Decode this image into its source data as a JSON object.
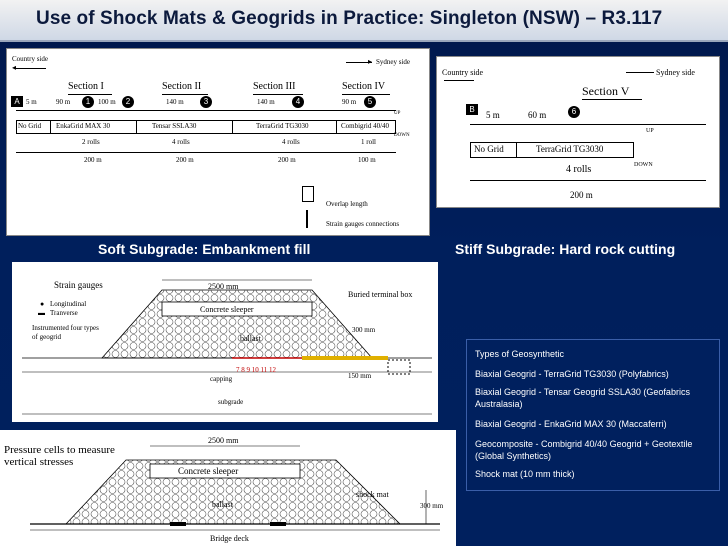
{
  "slide": {
    "title": "Use of Shock Mats & Geogrids in Practice: Singleton (NSW) – R3.117"
  },
  "captions": {
    "left": "Soft Subgrade: Embankment fill",
    "right": "Stiff Subgrade: Hard rock cutting"
  },
  "left_diagram": {
    "country_side": "Country side",
    "sydney_side": "Sydney side",
    "sections": [
      "Section I",
      "Section II",
      "Section III",
      "Section IV"
    ],
    "badge": "A",
    "markers": [
      "1",
      "2",
      "3",
      "4",
      "5"
    ],
    "lengths": [
      "5 m",
      "90 m",
      "100 m",
      "140 m",
      "140 m",
      "90 m"
    ],
    "materials": [
      "No Grid",
      "EnkaGrid MAX 30",
      "Tensar SSLA30",
      "TerraGrid TG3030",
      "Combigrid 40/40"
    ],
    "rolls": [
      "2 rolls",
      "4 rolls",
      "4 rolls",
      "1 roll"
    ],
    "spans": [
      "200 m",
      "200 m",
      "200 m",
      "100 m"
    ],
    "up": "UP",
    "down": "DOWN",
    "legend_overlap": "Overlap length",
    "legend_gauges": "Strain gauges connections"
  },
  "right_diagram": {
    "country_side": "Country side",
    "sydney_side": "Sydney side",
    "section": "Section V",
    "badge": "B",
    "marker": "6",
    "lengths": [
      "5 m",
      "60 m"
    ],
    "materials": [
      "No Grid",
      "TerraGrid TG3030"
    ],
    "rolls": "4 rolls",
    "span": "200 m",
    "up": "UP",
    "down": "DOWN"
  },
  "cross_section_1": {
    "width": "2500 mm",
    "strain_gauges": "Strain gauges",
    "longitudinal": "Longitudinal",
    "transverse": "Tranverse",
    "instrumented": "Instrumented four types of geogrid",
    "sleeper": "Concrete sleeper",
    "ballast": "ballast",
    "capping": "capping",
    "subgrade": "subgrade",
    "terminal_box": "Buried terminal box",
    "depth_300": "300 mm",
    "depth_150": "150 mm",
    "gauge_ids": "7 8    9 10   11 12"
  },
  "cross_section_2": {
    "width": "2500 mm",
    "pressure_cells": "Pressure cells to measure vertical stresses",
    "sleeper": "Concrete sleeper",
    "ballast": "ballast",
    "shock_mat": "shock mat",
    "depth_300": "300 mm",
    "bridge_deck": "Bridge deck"
  },
  "legend": {
    "title": "Types of Geosynthetic",
    "items": [
      "Biaxial Geogrid - TerraGrid TG3030 (Polyfabrics)",
      "Biaxial Geogrid - Tensar Geogrid SSLA30 (Geofabrics Australasia)",
      "Biaxial Geogrid - EnkaGrid MAX 30 (Maccaferri)",
      "Geocomposite - Combigrid 40/40 Geogrid + Geotextile (Global Synthetics)",
      "Shock mat (10 mm thick)"
    ]
  },
  "colors": {
    "background": "#00205e",
    "title_text": "#0c1a3d",
    "caption_text": "#ffffff",
    "red_markers": "#c00000",
    "yellow_mat": "#e0b000"
  }
}
